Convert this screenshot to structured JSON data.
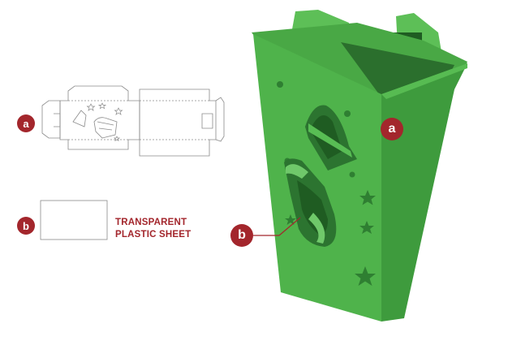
{
  "labels": {
    "a": "a",
    "b": "b"
  },
  "sheet_caption": {
    "line1": "TRANSPARENT",
    "line2": "PLASTIC SHEET"
  },
  "colors": {
    "badge": "#a3262c",
    "box_face": "#4fb34b",
    "box_dark": "#2f7f32",
    "box_side": "#3d9a3e",
    "dieline": "#8a8a8a"
  },
  "icons": [
    "bell-icon",
    "santa-hat-icon",
    "star-icon",
    "christmas-stocking-icon"
  ]
}
